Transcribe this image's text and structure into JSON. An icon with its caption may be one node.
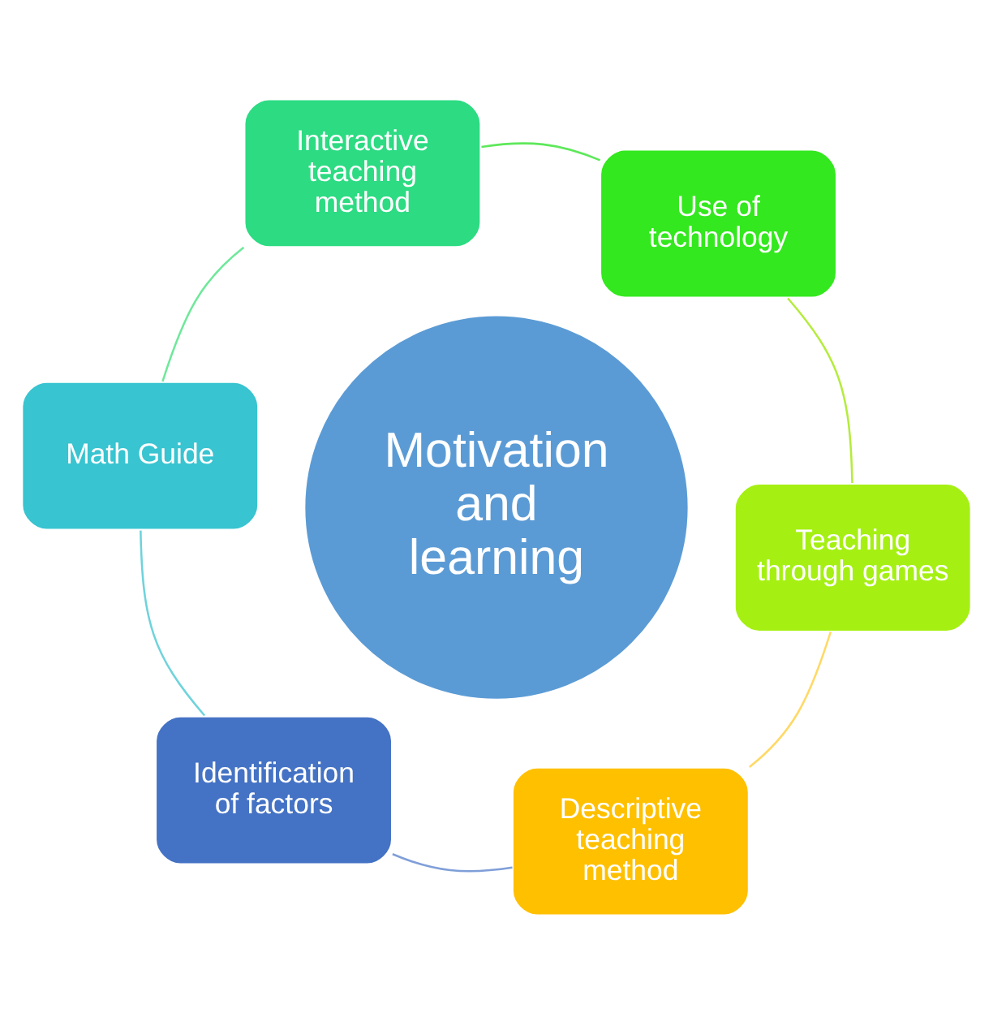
{
  "diagram": {
    "nodes": [
      {
        "text": [
          "Motivation and learning"
        ]
      },
      {
        "text": [
          "Descriptive teaching method"
        ]
      },
      {
        "text": [
          "Teaching through games"
        ]
      },
      {
        "text": [
          "Use of technology"
        ]
      },
      {
        "text": [
          "Interactive teaching method"
        ]
      },
      {
        "text": [
          "Math Guide"
        ]
      },
      {
        "text": [
          "Identification of factors"
        ]
      }
    ],
    "edges": [
      {
        "from": 1,
        "to": 2,
        "arrow": "none",
        "color": "#ffd966"
      },
      {
        "from": 2,
        "to": 3,
        "arrow": "none",
        "color": "#b4ec3c"
      },
      {
        "from": 3,
        "to": 4,
        "arrow": "none",
        "color": "#5ee85a"
      },
      {
        "from": 4,
        "to": 5,
        "arrow": "none",
        "color": "#6ee89a"
      },
      {
        "from": 5,
        "to": 6,
        "arrow": "none",
        "color": "#6fd3dc"
      },
      {
        "from": 6,
        "to": 1,
        "arrow": "none",
        "color": "#7f9fd8"
      }
    ]
  }
}
